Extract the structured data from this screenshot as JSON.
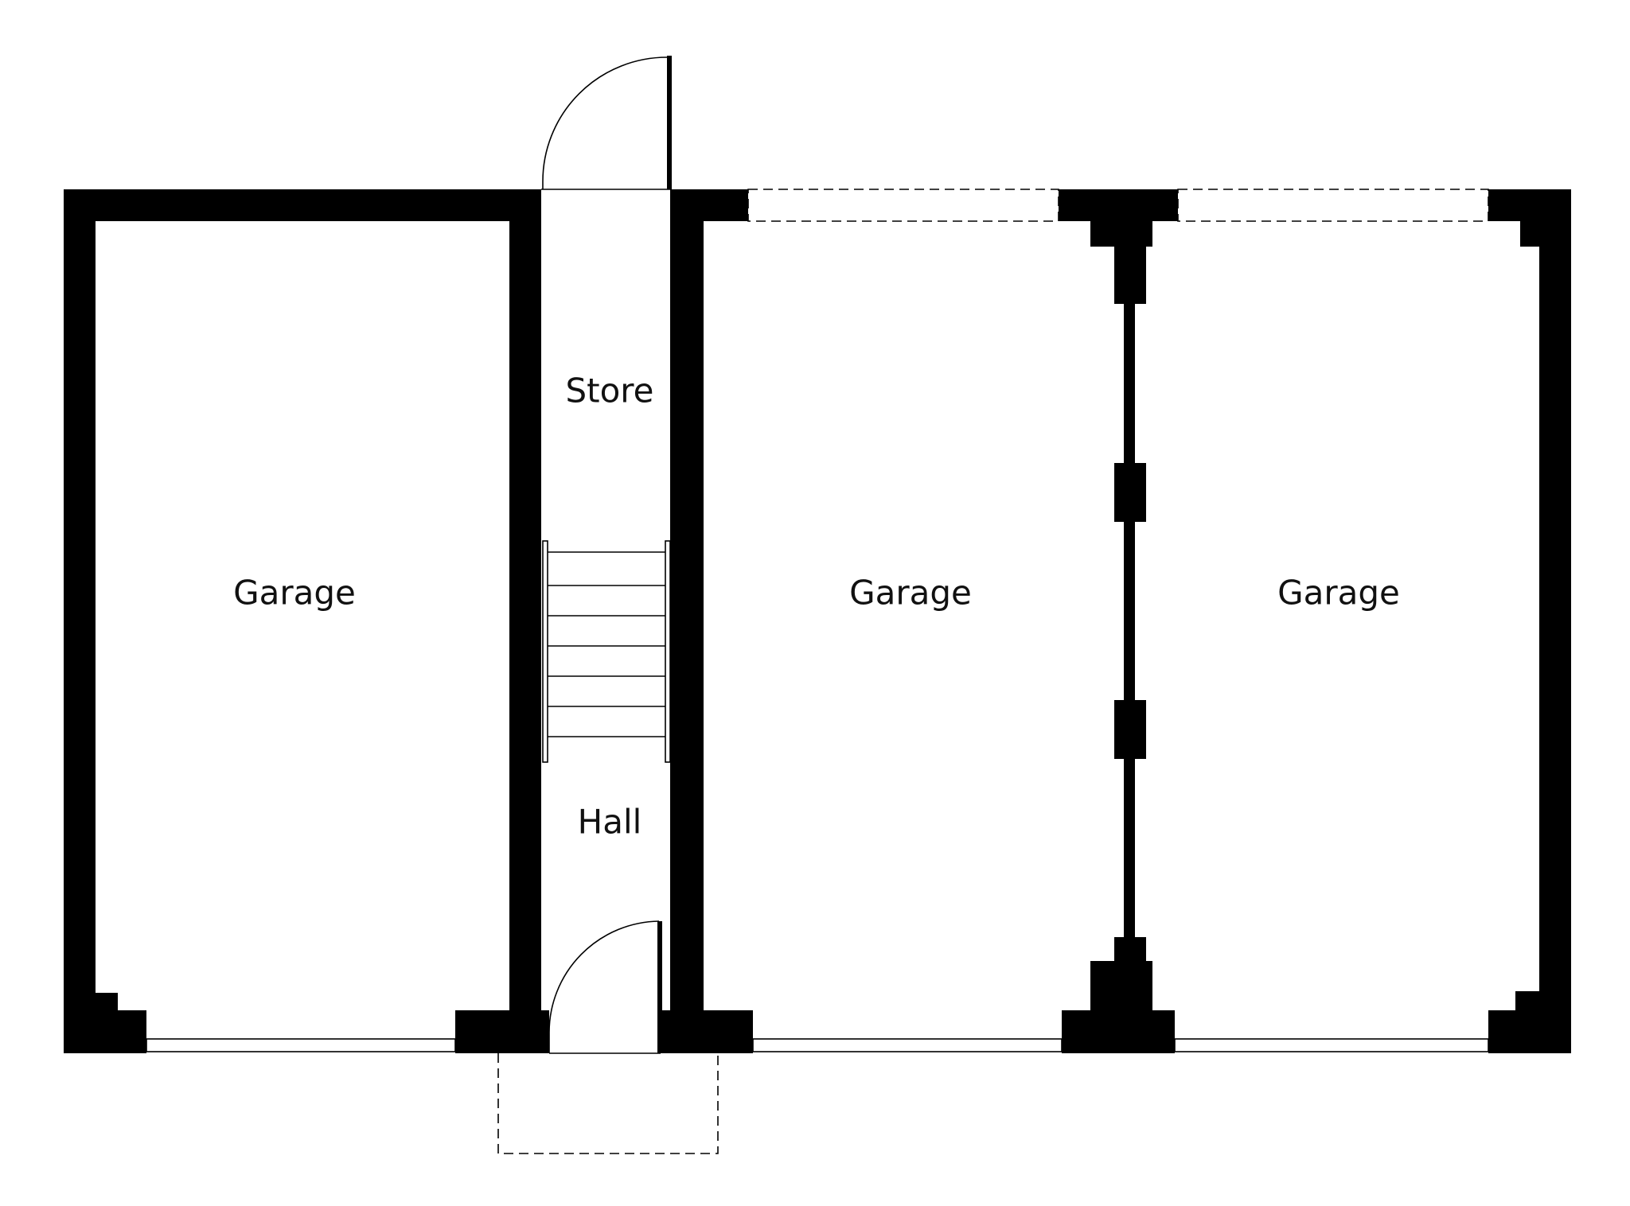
{
  "colors": {
    "wall": "#000000",
    "background": "#ffffff",
    "label": "#111111"
  },
  "rooms": {
    "garage_left": {
      "label": "Garage"
    },
    "store": {
      "label": "Store"
    },
    "hall": {
      "label": "Hall"
    },
    "garage_middle": {
      "label": "Garage"
    },
    "garage_right": {
      "label": "Garage"
    }
  }
}
